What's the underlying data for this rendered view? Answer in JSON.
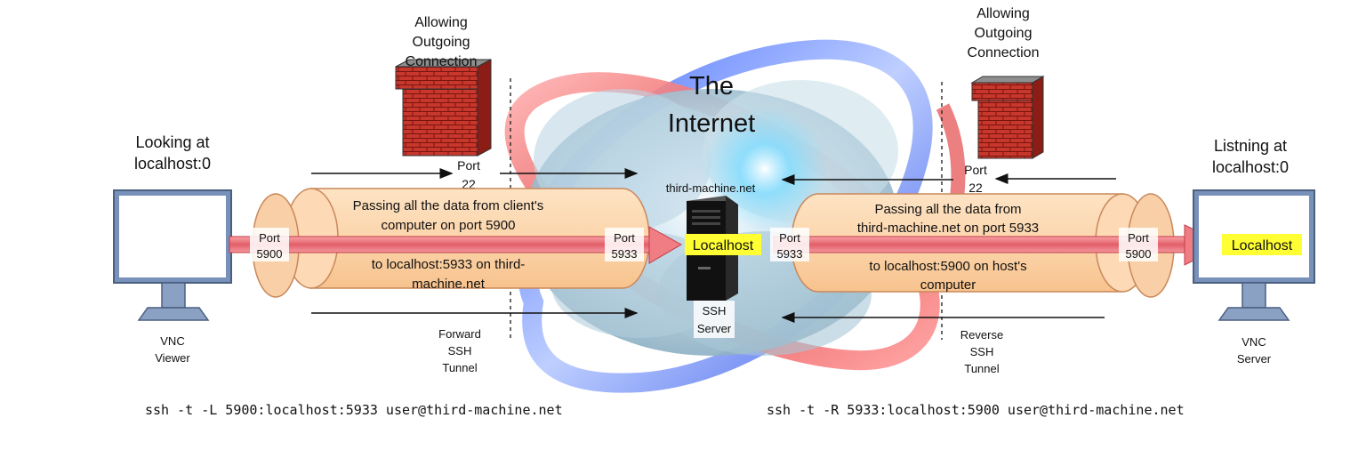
{
  "internet": {
    "title_line1": "The",
    "title_line2": "Internet"
  },
  "server": {
    "hostname": "third-machine.net",
    "localhost_label": "Localhost",
    "ssh_line1": "SSH",
    "ssh_line2": "Server"
  },
  "left": {
    "looking_line1": "Looking at",
    "looking_line2": "localhost:0",
    "firewall_line1": "Allowing",
    "firewall_line2": "Outgoing",
    "firewall_line3": "Connection",
    "port22_line1": "Port",
    "port22_line2": "22",
    "port_client_line1": "Port",
    "port_client_line2": "5900",
    "port_server_line1": "Port",
    "port_server_line2": "5933",
    "tunnel_top_line1": "Passing all the data from client's",
    "tunnel_top_line2": "computer on port 5900",
    "tunnel_bottom_line1": "to localhost:5933 on third-",
    "tunnel_bottom_line2": "machine.net",
    "tunnel_type_line1": "Forward",
    "tunnel_type_line2": "SSH",
    "tunnel_type_line3": "Tunnel",
    "device_line1": "VNC",
    "device_line2": "Viewer",
    "command": "ssh -t -L 5900:localhost:5933 user@third-machine.net"
  },
  "right": {
    "listening_line1": "Listning at",
    "listening_line2": "localhost:0",
    "firewall_line1": "Allowing",
    "firewall_line2": "Outgoing",
    "firewall_line3": "Connection",
    "port22_line1": "Port",
    "port22_line2": "22",
    "port_server_line1": "Port",
    "port_server_line2": "5933",
    "port_host_line1": "Port",
    "port_host_line2": "5900",
    "tunnel_top_line1": "Passing all the data from",
    "tunnel_top_line2": "third-machine.net on port 5933",
    "tunnel_bottom_line1": "to localhost:5900 on host's",
    "tunnel_bottom_line2": "computer",
    "tunnel_type_line1": "Reverse",
    "tunnel_type_line2": "SSH",
    "tunnel_type_line3": "Tunnel",
    "device_line1": "VNC",
    "device_line2": "Server",
    "screen_label": "Localhost",
    "command": "ssh -t -R 5933:localhost:5900 user@third-machine.net"
  },
  "colors": {
    "tunnel_fill": "#fbd9b4",
    "tunnel_stroke": "#cc7a3a",
    "arrow_red": "#e8717a",
    "highlight_yellow": "#ffff33",
    "brick": "#b3261e",
    "monitor_frame": "#6a86b0"
  }
}
